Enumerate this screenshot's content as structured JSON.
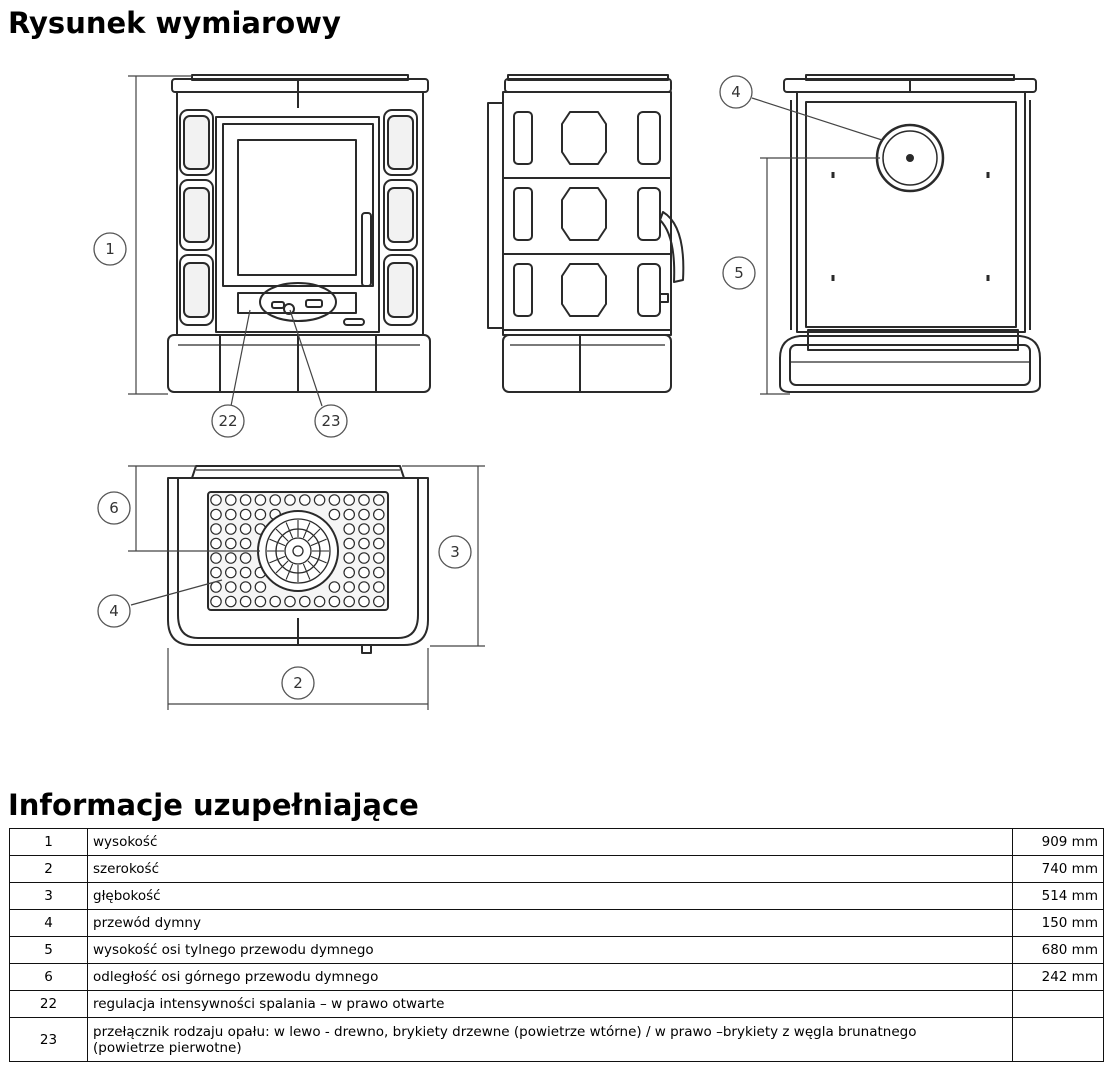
{
  "heading_drawing": "Rysunek wymiarowy",
  "heading_info": "Informacje uzupełniające",
  "callouts": {
    "c1": "1",
    "c2": "2",
    "c3": "3",
    "c4a": "4",
    "c4b": "4",
    "c5": "5",
    "c6": "6",
    "c22": "22",
    "c23": "23"
  },
  "rows": [
    {
      "num": "1",
      "desc": "wysokość",
      "val": "909 mm"
    },
    {
      "num": "2",
      "desc": "szerokość",
      "val": "740 mm"
    },
    {
      "num": "3",
      "desc": "głębokość",
      "val": "514 mm"
    },
    {
      "num": "4",
      "desc": "przewód dymny",
      "val": "150 mm"
    },
    {
      "num": "5",
      "desc": "wysokość osi tylnego przewodu dymnego",
      "val": "680 mm"
    },
    {
      "num": "6",
      "desc": "odległość osi górnego przewodu dymnego",
      "val": "242 mm"
    },
    {
      "num": "22",
      "desc": "regulacja intensywności spalania – w prawo otwarte",
      "val": ""
    },
    {
      "num": "23",
      "desc": "przełącznik rodzaju opału: w lewo - drewno, brykiety drzewne (powietrze wtórne) / w prawo –brykiety z węgla brunatnego",
      "desc2": "(powietrze pierwotne)",
      "val": ""
    }
  ],
  "colors": {
    "line": "#2a2a2a",
    "dim": "#444444"
  }
}
